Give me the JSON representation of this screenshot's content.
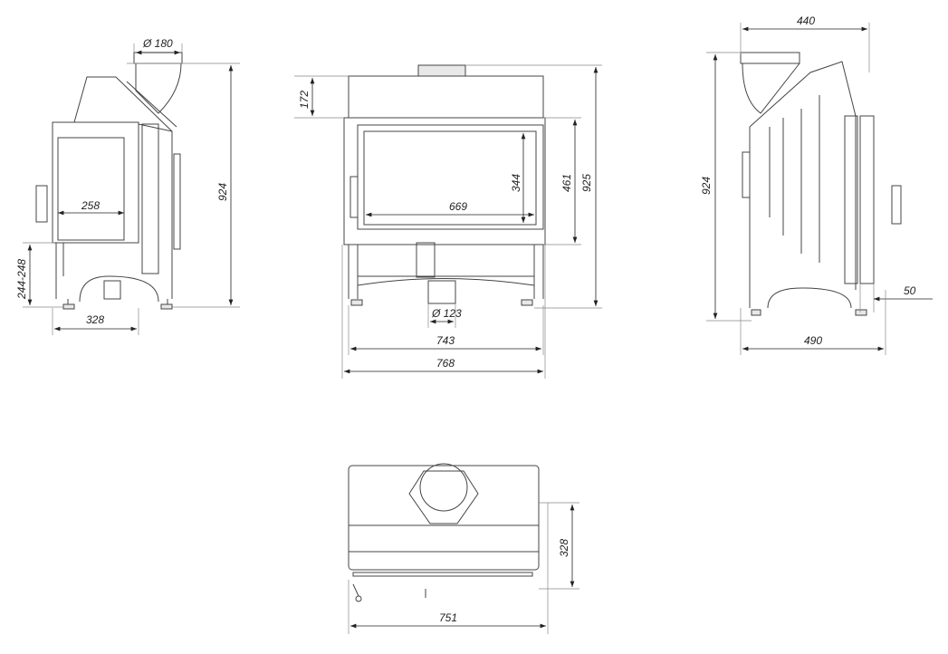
{
  "side_view_left": {
    "flue_diameter": "Ø 180",
    "height": "924",
    "glass_width": "258",
    "base_height": "244-248",
    "depth": "328"
  },
  "front_view": {
    "top_height": "172",
    "height": "925",
    "opening_height": "461",
    "glass_height": "344",
    "glass_width": "669",
    "air_inlet_diameter": "Ø 123",
    "inner_width": "743",
    "width": "768"
  },
  "side_view_right": {
    "width_top": "440",
    "height": "924",
    "offset": "50",
    "depth": "490"
  },
  "top_view": {
    "depth": "328",
    "width": "751"
  }
}
